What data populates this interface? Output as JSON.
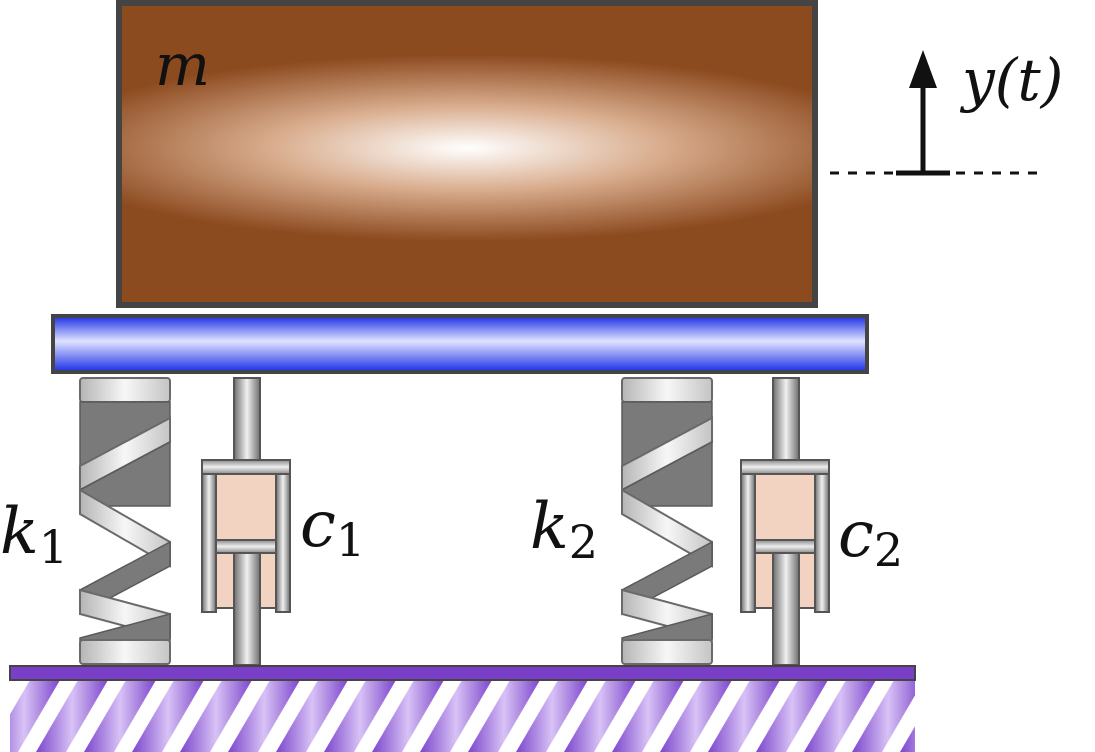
{
  "labels": {
    "mass": "m",
    "displacement": "y(t)",
    "spring_left_symbol": "k",
    "spring_left_index": "1",
    "damper_left_symbol": "c",
    "damper_left_index": "1",
    "spring_right_symbol": "k",
    "spring_right_index": "2",
    "damper_right_symbol": "c",
    "damper_right_index": "2"
  },
  "colors": {
    "mass_edge": "#8c4a1f",
    "mass_center": "#ffffff",
    "platform_edge": "#1a2ee6",
    "platform_center": "#dfe3ff",
    "ground_bar": "#7a3fc8",
    "ground_hatch": "#9a62dd",
    "damper_fluid": "#f2d3c2",
    "outline": "#444444"
  }
}
